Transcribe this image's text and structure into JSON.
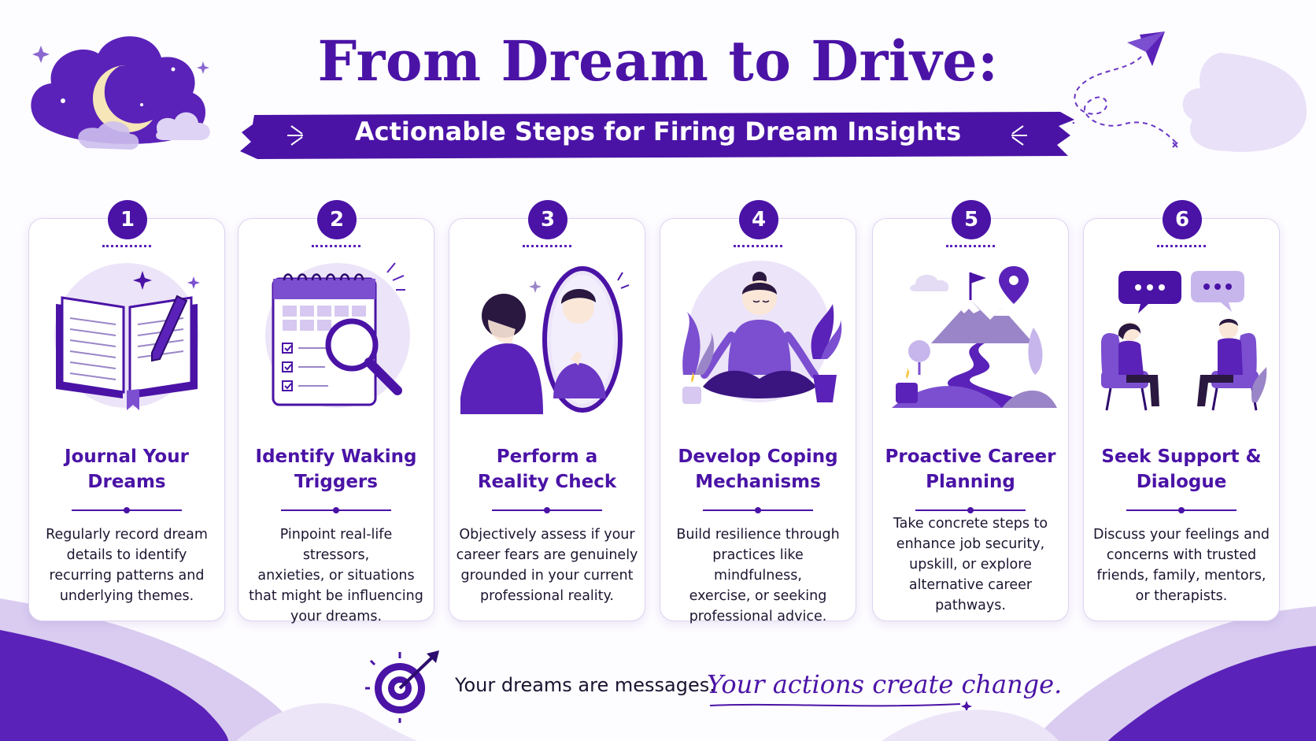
{
  "header": {
    "title": "From Dream to Drive:",
    "subtitle": "Actionable Steps for Firing Dream Insights"
  },
  "steps": [
    {
      "number": "1",
      "title_line1": "Journal Your",
      "title_line2": "Dreams",
      "body": [
        "Regularly record dream",
        "details to identify",
        "recurring patterns and",
        "underlying themes."
      ],
      "icon": "open-journal-icon"
    },
    {
      "number": "2",
      "title_line1": "Identify Waking",
      "title_line2": "Triggers",
      "body": [
        "Pinpoint real-life stressors,",
        "anxieties, or situations",
        "that might be influencing",
        "your dreams."
      ],
      "icon": "calendar-magnifier-icon"
    },
    {
      "number": "3",
      "title_line1": "Perform a",
      "title_line2": "Reality Check",
      "body": [
        "Objectively assess if your",
        "career fears are genuinely",
        "grounded in your current",
        "professional reality."
      ],
      "icon": "mirror-reflection-icon"
    },
    {
      "number": "4",
      "title_line1": "Develop Coping",
      "title_line2": "Mechanisms",
      "body": [
        "Build resilience through",
        "practices like mindfulness,",
        "exercise, or seeking",
        "professional advice."
      ],
      "icon": "meditation-icon"
    },
    {
      "number": "5",
      "title_line1": "Proactive Career",
      "title_line2": "Planning",
      "body": [
        "Take concrete steps to",
        "enhance job security,",
        "upskill, or explore",
        "alternative career",
        "pathways."
      ],
      "icon": "mountain-path-icon"
    },
    {
      "number": "6",
      "title_line1": "Seek Support &",
      "title_line2": "Dialogue",
      "body": [
        "Discuss your feelings and",
        "concerns with trusted",
        "friends, family, mentors,",
        "or therapists."
      ],
      "icon": "conversation-icon"
    }
  ],
  "footer": {
    "text": "Your dreams are messages.",
    "script": "Your actions create change.",
    "icon": "target-arrow-icon"
  },
  "colors": {
    "primary": "#4a13a6",
    "accent": "#7b4fd0",
    "light": "#e9e1f7"
  }
}
